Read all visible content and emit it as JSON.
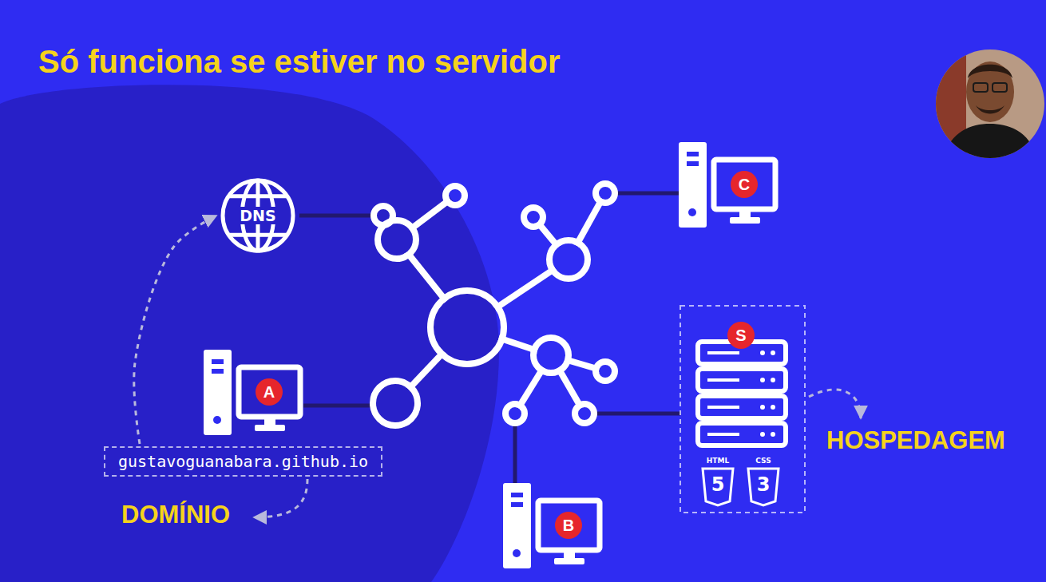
{
  "diagram": {
    "title": "Só funciona se estiver no servidor",
    "nodes": [
      {
        "text": [
          "C"
        ]
      },
      {
        "text": [
          "DNS"
        ]
      },
      {
        "text": [
          "S"
        ]
      },
      {
        "text": [
          "A"
        ]
      },
      {
        "text": [
          "gustavoguanabara.github.io"
        ]
      },
      {
        "text": [
          "HTML",
          "5"
        ]
      },
      {
        "text": [
          "CSS",
          "3"
        ]
      },
      {
        "text": [
          "B"
        ]
      }
    ],
    "edges": [
      {
        "from": 4,
        "to": 1,
        "arrow": "to"
      }
    ],
    "labels": [
      "DOMÍNIO",
      "HOSPEDAGEM"
    ]
  }
}
